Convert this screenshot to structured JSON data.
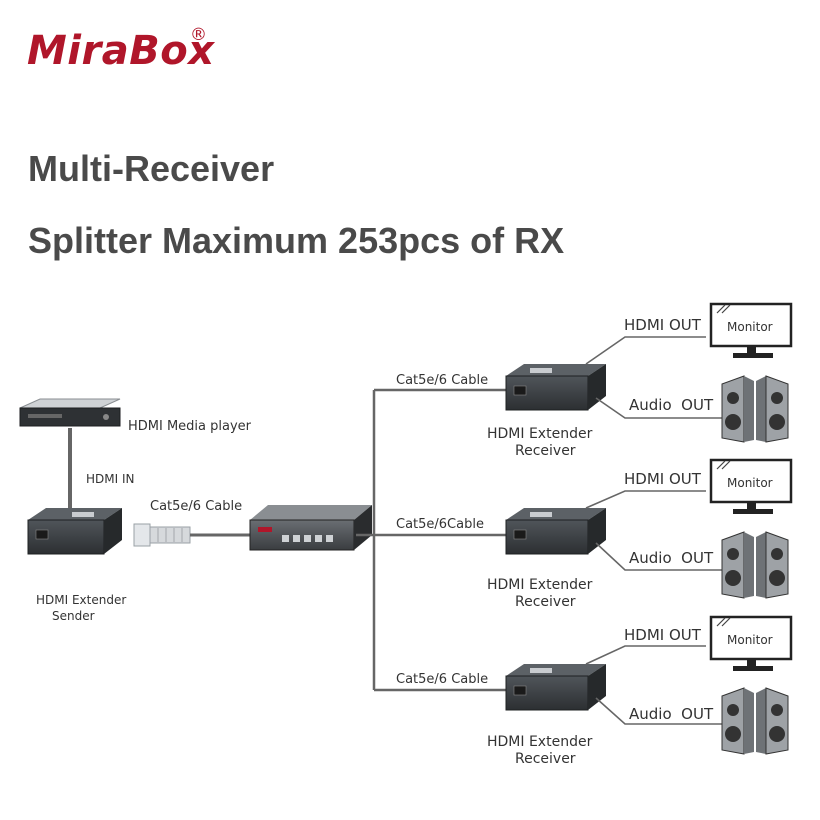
{
  "brand": {
    "logo_text": "MiraBox",
    "registered_mark": "®"
  },
  "headline": {
    "line1": "Multi-Receiver",
    "line2": "Splitter Maximum 253pcs of RX"
  },
  "source": {
    "player_label": "HDMI Media player",
    "hdmi_in_label": "HDMI IN",
    "sender_label_line1": "HDMI Extender",
    "sender_label_line2": "Sender",
    "cable_label": "Cat5e/6 Cable"
  },
  "receivers": [
    {
      "cable_label": "Cat5e/6 Cable",
      "label_line1": "HDMI Extender",
      "label_line2": "Receiver",
      "hdmi_out": "HDMI OUT",
      "audio_out": "Audio  OUT",
      "monitor": "Monitor"
    },
    {
      "cable_label": "Cat5e/6Cable",
      "label_line1": "HDMI Extender",
      "label_line2": "Receiver",
      "hdmi_out": "HDMI OUT",
      "audio_out": "Audio  OUT",
      "monitor": "Monitor"
    },
    {
      "cable_label": "Cat5e/6 Cable",
      "label_line1": "HDMI Extender",
      "label_line2": "Receiver",
      "hdmi_out": "HDMI OUT",
      "audio_out": "Audio  OUT",
      "monitor": "Monitor"
    }
  ],
  "colors": {
    "brand_red": "#b0162a",
    "headline_gray": "#4a4a4a",
    "device_dark": "#3b3f42",
    "line_gray": "#555555"
  }
}
